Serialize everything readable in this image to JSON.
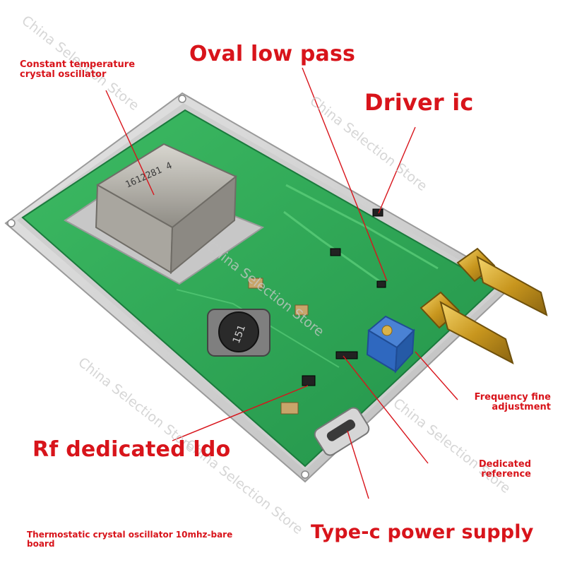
{
  "labels": {
    "ocxo": "Constant temperature crystal oscillator",
    "low_pass": "Oval low pass",
    "driver": "Driver ic",
    "fine_adjust": "Frequency fine adjustment",
    "ldo": "Rf dedicated ldo",
    "reference": "Dedicated reference",
    "product": "Thermostatic crystal oscillator 10mhz-bare board",
    "power": "Type-c power supply"
  },
  "watermark": "China Selection Store",
  "colors": {
    "label": "#d8141b",
    "pcb": "#2fae5a",
    "frame": "#d9d9d9",
    "connector": "#d4a52a"
  }
}
